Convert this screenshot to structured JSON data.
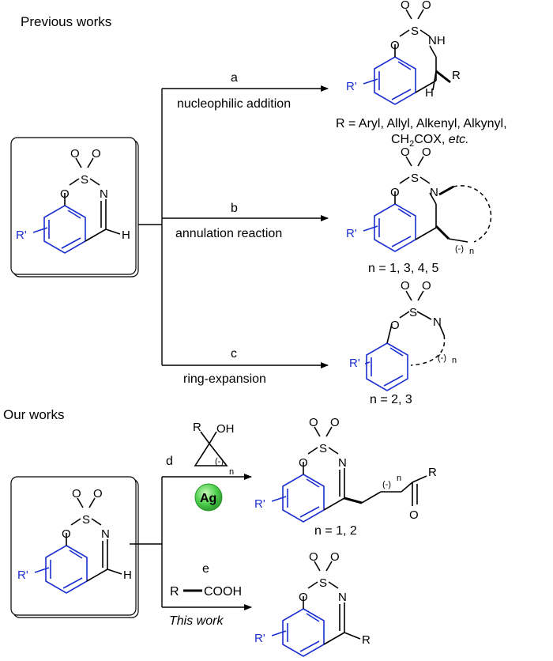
{
  "headings": {
    "previous": "Previous works",
    "ours": "Our works"
  },
  "routes": {
    "a": {
      "letter": "a",
      "label": "nucleophilic addition"
    },
    "b": {
      "letter": "b",
      "label": "annulation reaction"
    },
    "c": {
      "letter": "c",
      "label": "ring-expansion"
    },
    "d": {
      "letter": "d"
    },
    "e": {
      "letter": "e",
      "reagent": "R",
      "reagent_tail": "COOH",
      "label": "This work"
    }
  },
  "notes": {
    "a_r_line1": "R = Aryl, Allyl, Alkenyl, Alkynyl,",
    "a_r_line2a": "CH",
    "a_r_line2b": "2",
    "a_r_line2c": "COX, ",
    "a_r_line2d": "etc.",
    "b_n": "n = 1, 3, 4, 5",
    "c_n": "n = 2, 3",
    "d_n": "n = 1, 2"
  },
  "atoms": {
    "O": "O",
    "S": "S",
    "N": "N",
    "NH": "NH",
    "H": "H",
    "R": "R",
    "Rp": "R'",
    "OH": "OH",
    "n": "n",
    "paren_n": "(-)",
    "Ag": "Ag"
  },
  "colors": {
    "blue": "#1a2fcf",
    "ag_green": "#4fd14f"
  },
  "icons": [
    "silver-catalyst-badge"
  ]
}
